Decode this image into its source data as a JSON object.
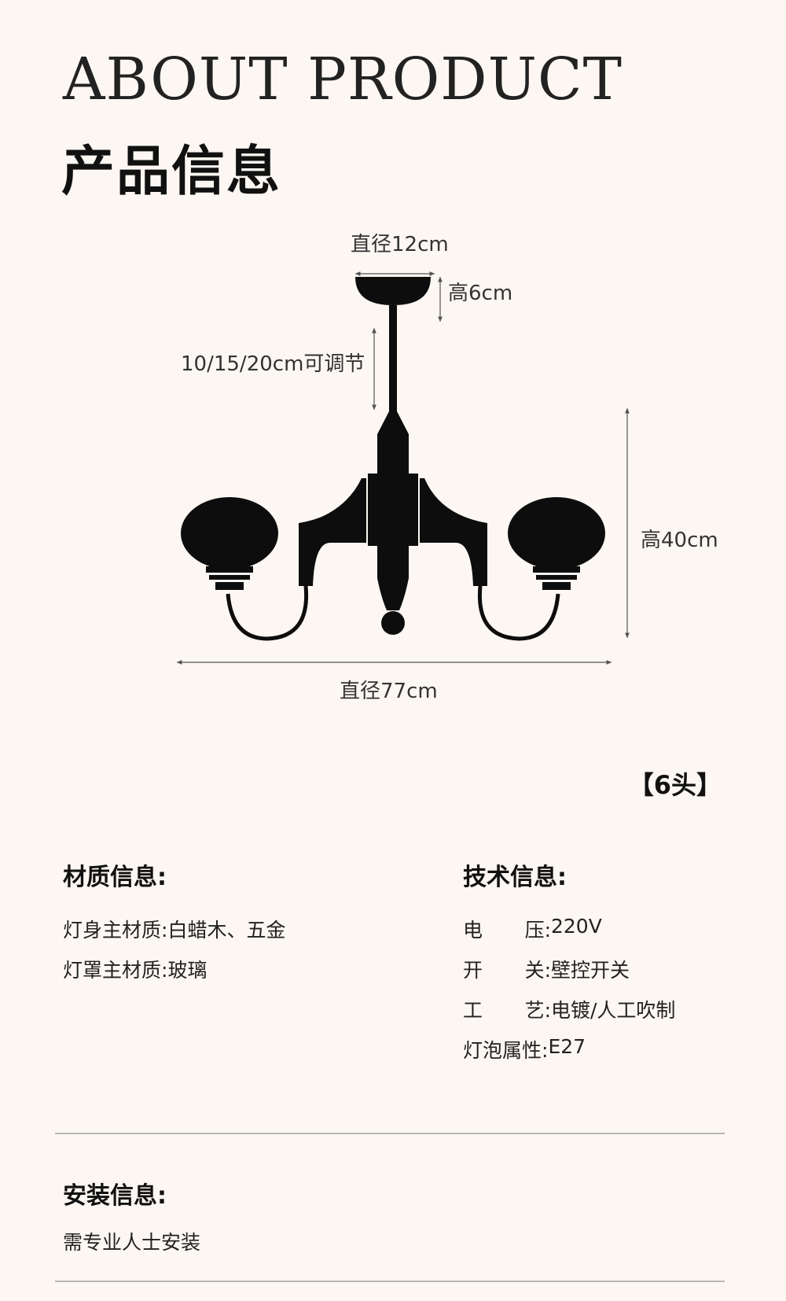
{
  "header": {
    "title_en": "ABOUT PRODUCT",
    "title_cn": "产品信息"
  },
  "diagram": {
    "canopy_diameter": "直径12cm",
    "canopy_height": "高6cm",
    "rod_adjust": "10/15/20cm可调节",
    "body_height": "高40cm",
    "total_diameter": "直径77cm"
  },
  "heads_label": "【6头】",
  "material": {
    "title": "材质信息:",
    "rows": [
      {
        "key": "灯身主材质:",
        "value": "白蜡木、五金"
      },
      {
        "key": "灯罩主材质:",
        "value": "玻璃"
      }
    ]
  },
  "tech": {
    "title": "技术信息:",
    "rows": [
      {
        "k1": "电",
        "k2": "压:",
        "value": "220V"
      },
      {
        "k1": "开",
        "k2": "关:",
        "value": "壁控开关"
      },
      {
        "k1": "工",
        "k2": "艺:",
        "value": "电镀/人工吹制"
      },
      {
        "key": "灯泡属性:",
        "value": "E27"
      }
    ]
  },
  "install": {
    "title": "安装信息:",
    "text": "需专业人士安装"
  },
  "colors": {
    "background": "#fcf7f2",
    "text": "#1a1a1a",
    "divider": "#b8b8b8"
  }
}
